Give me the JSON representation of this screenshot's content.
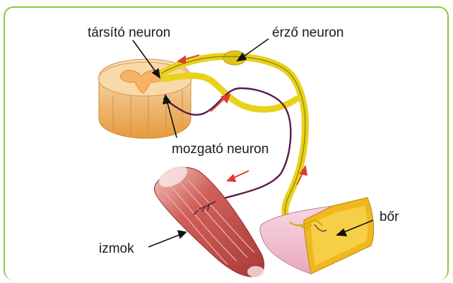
{
  "labels": {
    "associative_neuron": "társító neuron",
    "sensory_neuron": "érző neuron",
    "motor_neuron": "mozgató neuron",
    "muscles": "izmok",
    "skin": "bőr"
  },
  "colors": {
    "frame": "#8cc63f",
    "sensory_nerve": "#e8d21a",
    "motor_nerve": "#5b1a4a",
    "spinal_cord_outer": "#f6c88a",
    "spinal_cord_inner": "#fbe3c4",
    "muscle": "#c9504f",
    "skin": "#f3c5d3",
    "skin_cut": "#f0b81e",
    "arrow": "#e03a2c"
  }
}
